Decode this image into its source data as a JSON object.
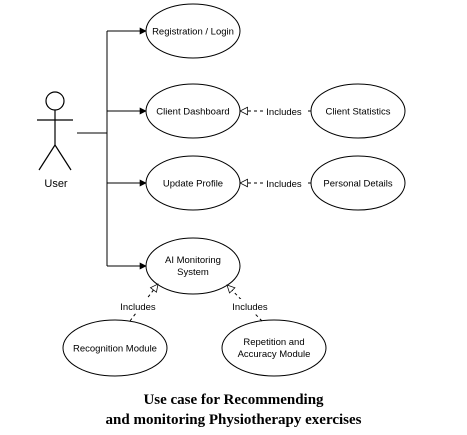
{
  "actor": {
    "label": "User"
  },
  "use_cases": {
    "registration": "Registration / Login",
    "client_dashboard": "Client Dashboard",
    "client_statistics": "Client Statistics",
    "update_profile": "Update Profile",
    "personal_details": "Personal Details",
    "ai_monitoring_line1": "AI Monitoring",
    "ai_monitoring_line2": "System",
    "recognition_module": "Recognition Module",
    "repetition_line1": "Repetition and",
    "repetition_line2": "Accuracy Module"
  },
  "relations": {
    "include_statistics": "Includes",
    "include_personal": "Includes",
    "include_recognition": "Includes",
    "include_repetition": "Includes"
  },
  "caption": {
    "line1": "Use case for Recommending",
    "line2": "and monitoring Physiotherapy exercises"
  },
  "colors": {
    "stroke": "#000000",
    "background": "#ffffff"
  }
}
